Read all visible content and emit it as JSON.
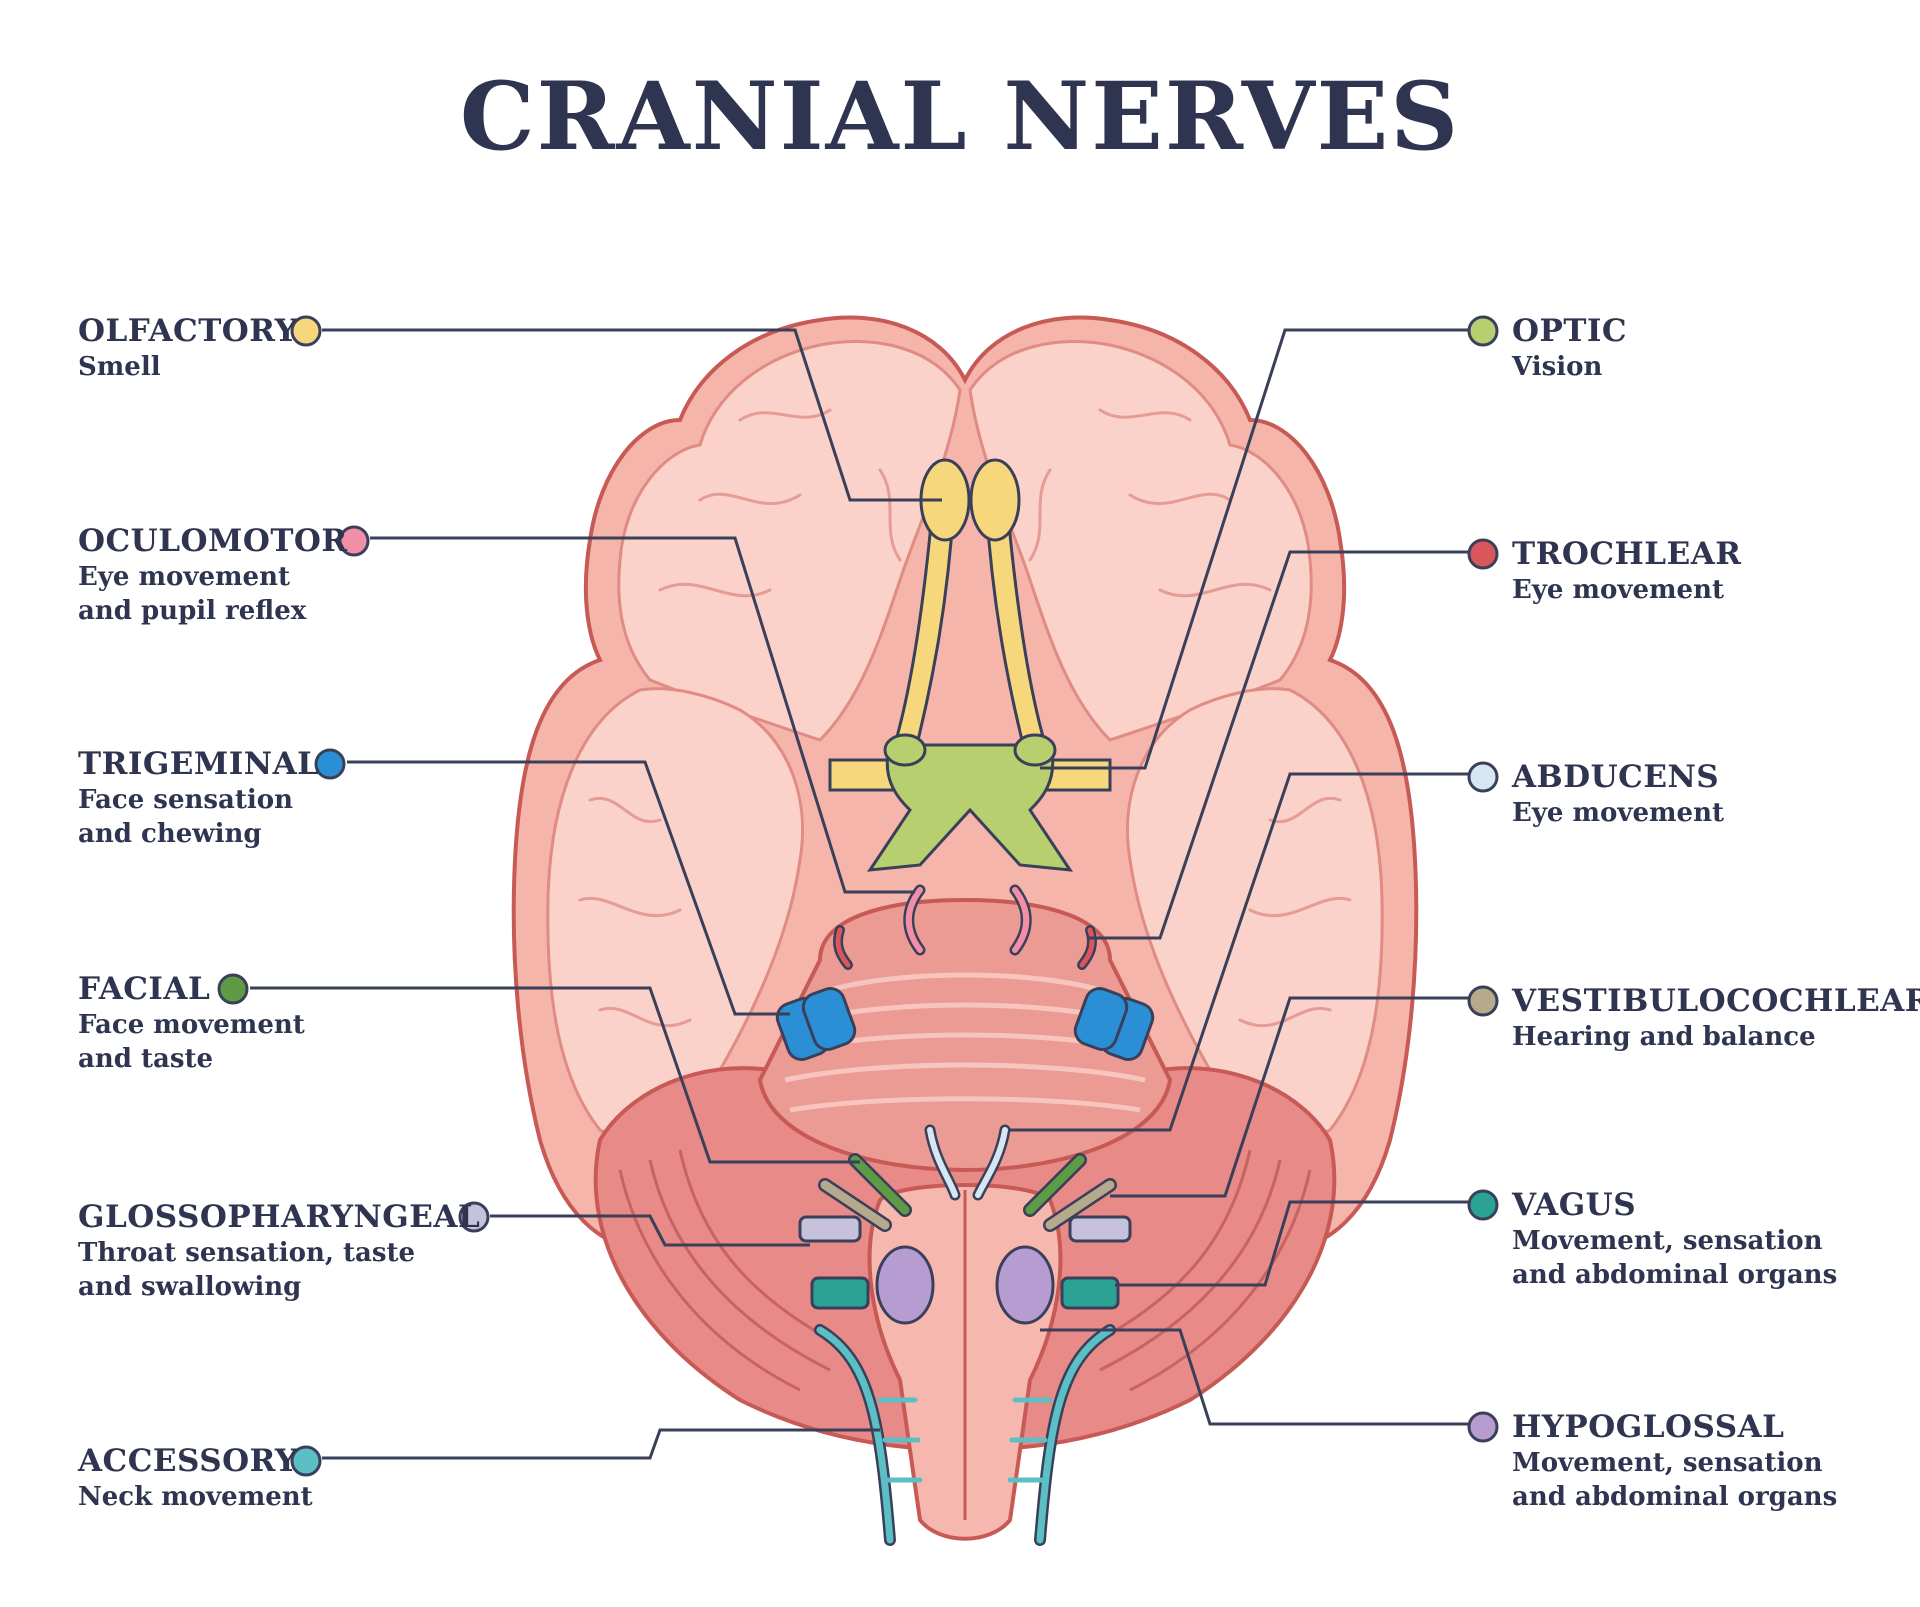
{
  "title": "CRANIAL NERVES",
  "colors": {
    "brain": "#f5b5aa",
    "brain_light": "#fbd2c9",
    "brain_outline": "#c85a55",
    "cerebellum": "#e88a88",
    "brainstem": "#f6b8ae",
    "leader_line": "#3a3f5a",
    "text": "#2f3550"
  },
  "nerves": [
    {
      "name": "OLFACTORY",
      "description": [
        "Smell"
      ],
      "color": "#f7d77b",
      "side": "left"
    },
    {
      "name": "OCULOMOTOR",
      "description": [
        "Eye movement",
        "and pupil reflex"
      ],
      "color": "#f28fa6",
      "side": "left"
    },
    {
      "name": "TRIGEMINAL",
      "description": [
        "Face sensation",
        "and chewing"
      ],
      "color": "#2b8fd6",
      "side": "left"
    },
    {
      "name": "FACIAL",
      "description": [
        "Face movement",
        "and taste"
      ],
      "color": "#5f9a45",
      "side": "left"
    },
    {
      "name": "GLOSSOPHARYNGEAL",
      "description": [
        "Throat sensation, taste",
        "and swallowing"
      ],
      "color": "#c7c2dc",
      "side": "left"
    },
    {
      "name": "ACCESSORY",
      "description": [
        "Neck movement"
      ],
      "color": "#5bbfc5",
      "side": "left"
    },
    {
      "name": "OPTIC",
      "description": [
        "Vision"
      ],
      "color": "#b7cf6e",
      "side": "right"
    },
    {
      "name": "TROCHLEAR",
      "description": [
        "Eye movement"
      ],
      "color": "#d9575c",
      "side": "right"
    },
    {
      "name": "ABDUCENS",
      "description": [
        "Eye movement"
      ],
      "color": "#d6e6f2",
      "side": "right"
    },
    {
      "name": "VESTIBULOCOCHLEAR",
      "description": [
        "Hearing and balance"
      ],
      "color": "#b7a98c",
      "side": "right"
    },
    {
      "name": "VAGUS",
      "description": [
        "Movement, sensation",
        "and abdominal organs"
      ],
      "color": "#2aa394",
      "side": "right"
    },
    {
      "name": "HYPOGLOSSAL",
      "description": [
        "Movement, sensation",
        "and abdominal organs"
      ],
      "color": "#b79cd1",
      "side": "right"
    }
  ]
}
